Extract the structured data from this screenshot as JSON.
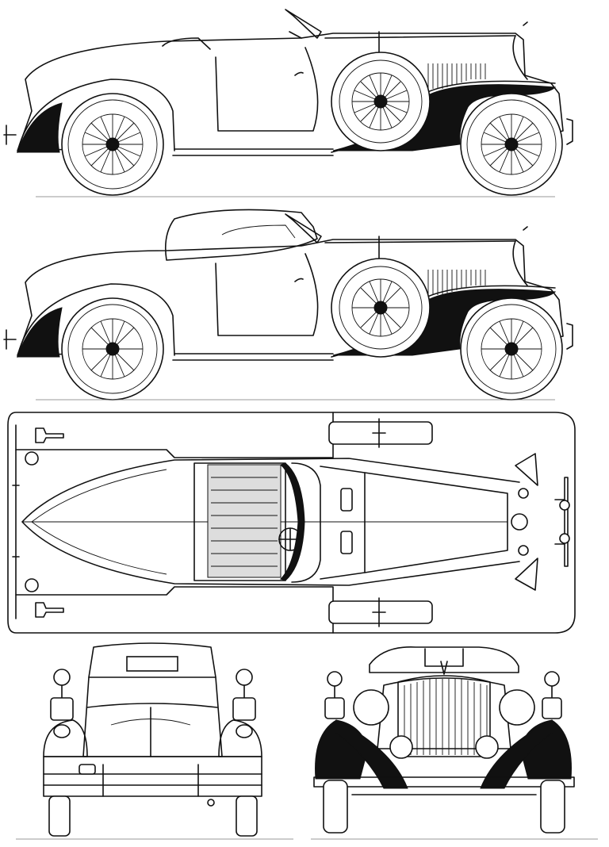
{
  "drawing": {
    "views": [
      "side-top-down",
      "side-top-up",
      "plan-top",
      "rear",
      "front"
    ],
    "line_color": "#111111",
    "background": "#ffffff"
  }
}
